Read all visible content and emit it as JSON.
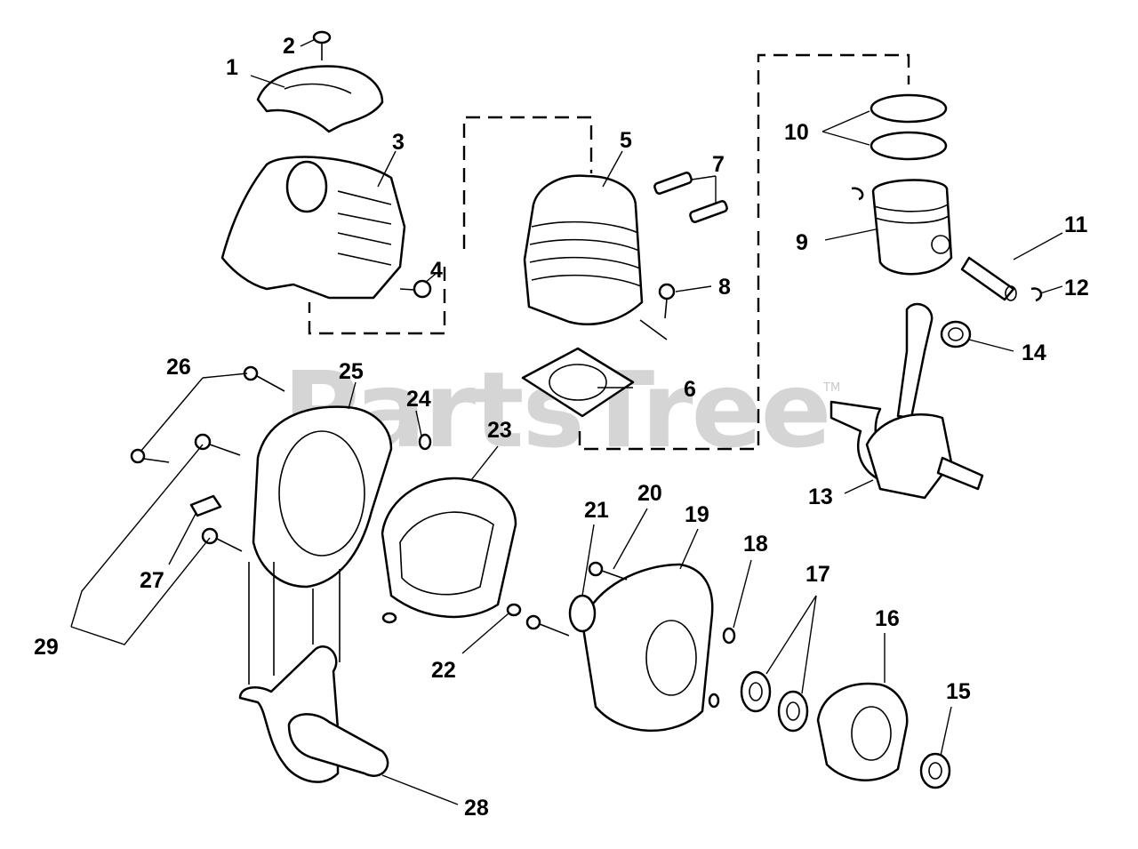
{
  "watermark": {
    "text": "PartsTree",
    "mark": "TM"
  },
  "callouts": [
    {
      "id": "c1",
      "label": "1"
    },
    {
      "id": "c2",
      "label": "2"
    },
    {
      "id": "c3",
      "label": "3"
    },
    {
      "id": "c4",
      "label": "4"
    },
    {
      "id": "c5",
      "label": "5"
    },
    {
      "id": "c6",
      "label": "6"
    },
    {
      "id": "c7",
      "label": "7"
    },
    {
      "id": "c8",
      "label": "8"
    },
    {
      "id": "c9",
      "label": "9"
    },
    {
      "id": "c10",
      "label": "10"
    },
    {
      "id": "c11",
      "label": "11"
    },
    {
      "id": "c12",
      "label": "12"
    },
    {
      "id": "c13",
      "label": "13"
    },
    {
      "id": "c14",
      "label": "14"
    },
    {
      "id": "c15",
      "label": "15"
    },
    {
      "id": "c16",
      "label": "16"
    },
    {
      "id": "c17",
      "label": "17"
    },
    {
      "id": "c18",
      "label": "18"
    },
    {
      "id": "c19",
      "label": "19"
    },
    {
      "id": "c20",
      "label": "20"
    },
    {
      "id": "c21",
      "label": "21"
    },
    {
      "id": "c22",
      "label": "22"
    },
    {
      "id": "c23",
      "label": "23"
    },
    {
      "id": "c24",
      "label": "24"
    },
    {
      "id": "c25",
      "label": "25"
    },
    {
      "id": "c26",
      "label": "26"
    },
    {
      "id": "c27",
      "label": "27"
    },
    {
      "id": "c28",
      "label": "28"
    },
    {
      "id": "c29",
      "label": "29"
    }
  ],
  "colors": {
    "line": "#000000",
    "background": "#ffffff",
    "watermark": "#c8c8c8"
  }
}
